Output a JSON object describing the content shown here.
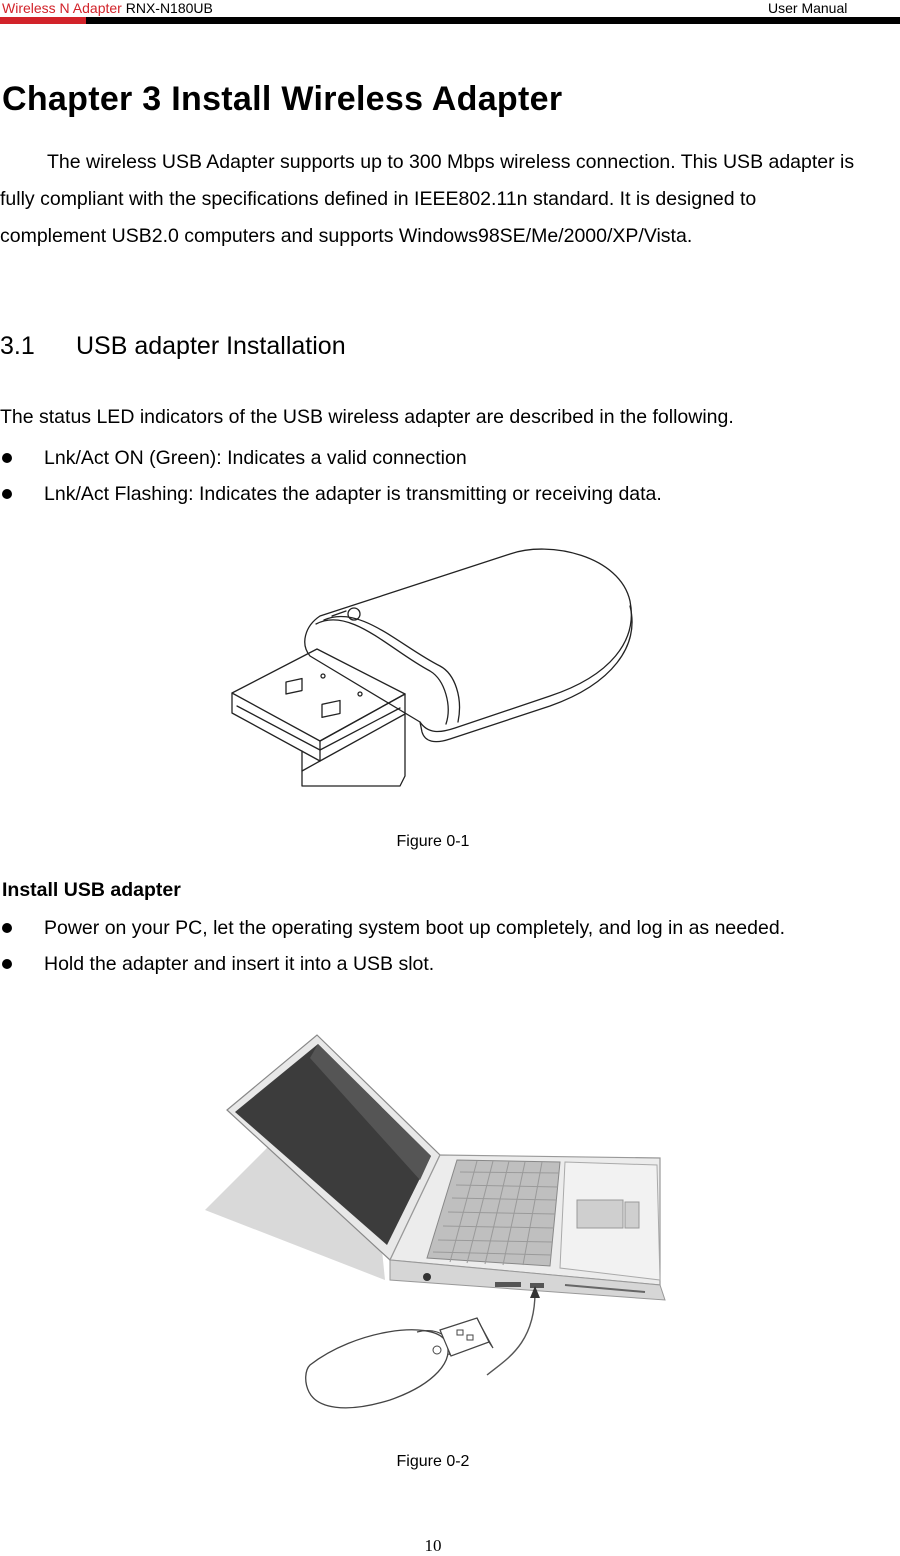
{
  "header": {
    "brand": "Wireless N Adapter",
    "model": "RNX-N180UB",
    "doc_type": "User Manual"
  },
  "chapter_title": "Chapter 3 Install Wireless Adapter",
  "intro": "The wireless USB Adapter supports up to 300 Mbps wireless connection. This USB adapter is fully compliant with the specifications defined in IEEE802.11n standard. It is designed to complement USB2.0 computers and supports Windows98SE/Me/2000/XP/Vista.",
  "section": {
    "number": "3.1",
    "title": "USB adapter Installation"
  },
  "status_intro": "The status LED indicators of the USB wireless adapter are described in the following.",
  "led_items": [
    "Lnk/Act ON (Green): Indicates a valid connection",
    "Lnk/Act Flashing: Indicates the adapter is transmitting or receiving data."
  ],
  "figure1_caption": "Figure 0-1",
  "install_heading": "Install USB adapter",
  "install_steps": [
    "Power on your PC, let the operating system boot up completely, and log in as needed.",
    "Hold the adapter and insert it into a USB slot."
  ],
  "figure2_caption": "Figure 0-2",
  "page_number": "10",
  "colors": {
    "brand_red": "#d2232a",
    "bar_black": "#000000"
  }
}
